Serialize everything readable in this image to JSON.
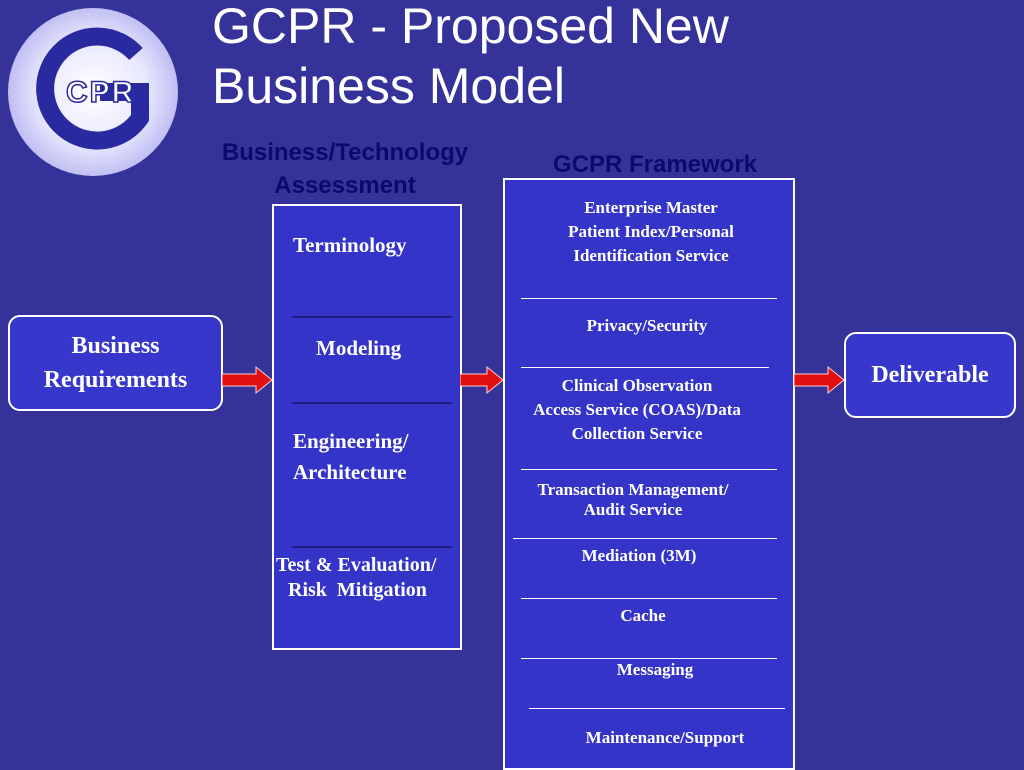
{
  "slide": {
    "title_line1": "GCPR - Proposed New",
    "title_line2": "Business Model",
    "logo_text": "CPR",
    "logo_letter": "G"
  },
  "business_requirements": {
    "line1": "Business",
    "line2": "Requirements"
  },
  "assessment": {
    "header_line1": "Business/Technology",
    "header_line2": "Assessment",
    "items": [
      "Terminology",
      "Modeling",
      "Engineering/",
      "Architecture",
      "Test & Evaluation/",
      "Risk  Mitigation"
    ]
  },
  "framework": {
    "header": "GCPR Framework",
    "items": [
      {
        "lines": [
          "Enterprise Master",
          "Patient Index/Personal",
          "Identification Service"
        ]
      },
      {
        "lines": [
          "Privacy/Security"
        ]
      },
      {
        "lines": [
          "Clinical Observation",
          "Access Service (COAS)/Data",
          "Collection Service"
        ]
      },
      {
        "lines": [
          "Transaction Management/",
          "Audit Service"
        ]
      },
      {
        "lines": [
          "Mediation (3M)"
        ]
      },
      {
        "lines": [
          "Cache"
        ]
      },
      {
        "lines": [
          "Messaging"
        ]
      },
      {
        "lines": [
          "Maintenance/Support"
        ]
      }
    ]
  },
  "deliverable": {
    "label": "Deliverable"
  },
  "colors": {
    "background": "#35339a",
    "header_text": "#0a0a6e",
    "panel": "#3434c8",
    "arrow": "#e01010"
  }
}
